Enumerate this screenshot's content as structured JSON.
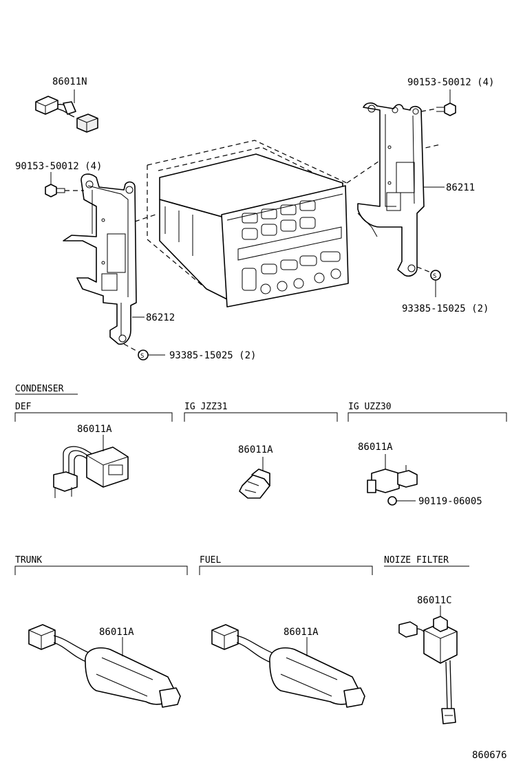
{
  "labels": {
    "p86011N": "86011N",
    "bolt_right": "90153-50012 (4)",
    "bolt_left": "90153-50012 (4)",
    "p86211": "86211",
    "p86212": "86212",
    "screw_right": "93385-15025 (2)",
    "screw_left": "93385-15025 (2)",
    "screw_mark": "S",
    "def_part": "86011A",
    "ig31_part": "86011A",
    "ig30_part": "86011A",
    "ig30_screw": "90119-06005",
    "trunk_part": "86011A",
    "fuel_part": "86011A",
    "noize_part": "86011C",
    "diagram_number": "860676"
  },
  "sections": {
    "condenser": "CONDENSER",
    "def": "DEF",
    "ig_jzz31": "IG JZZ31",
    "ig_uzz30": "IG UZZ30",
    "trunk": "TRUNK",
    "fuel": "FUEL",
    "noize_filter": "NOIZE FILTER"
  }
}
